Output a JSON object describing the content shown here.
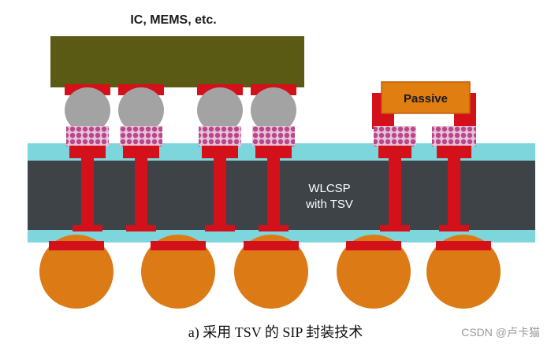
{
  "labels": {
    "chip": "IC, MEMS, etc.",
    "passive": "Passive",
    "wlcsp_line1": "WLCSP",
    "wlcsp_line2": "with TSV",
    "caption": "a)  采用 TSV 的 SIP  封装技术",
    "watermark": "CSDN @卢卡猫"
  },
  "colors": {
    "chip": "#5a5a14",
    "pad_red": "#d4101a",
    "solder_grey": "#a3a3a3",
    "underfill_pink": "#b8488c",
    "substrate_cyan": "#7cd6dc",
    "core_dark": "#3e4347",
    "ball_orange": "#dc7a16",
    "passive_orange": "#e07e12"
  }
}
